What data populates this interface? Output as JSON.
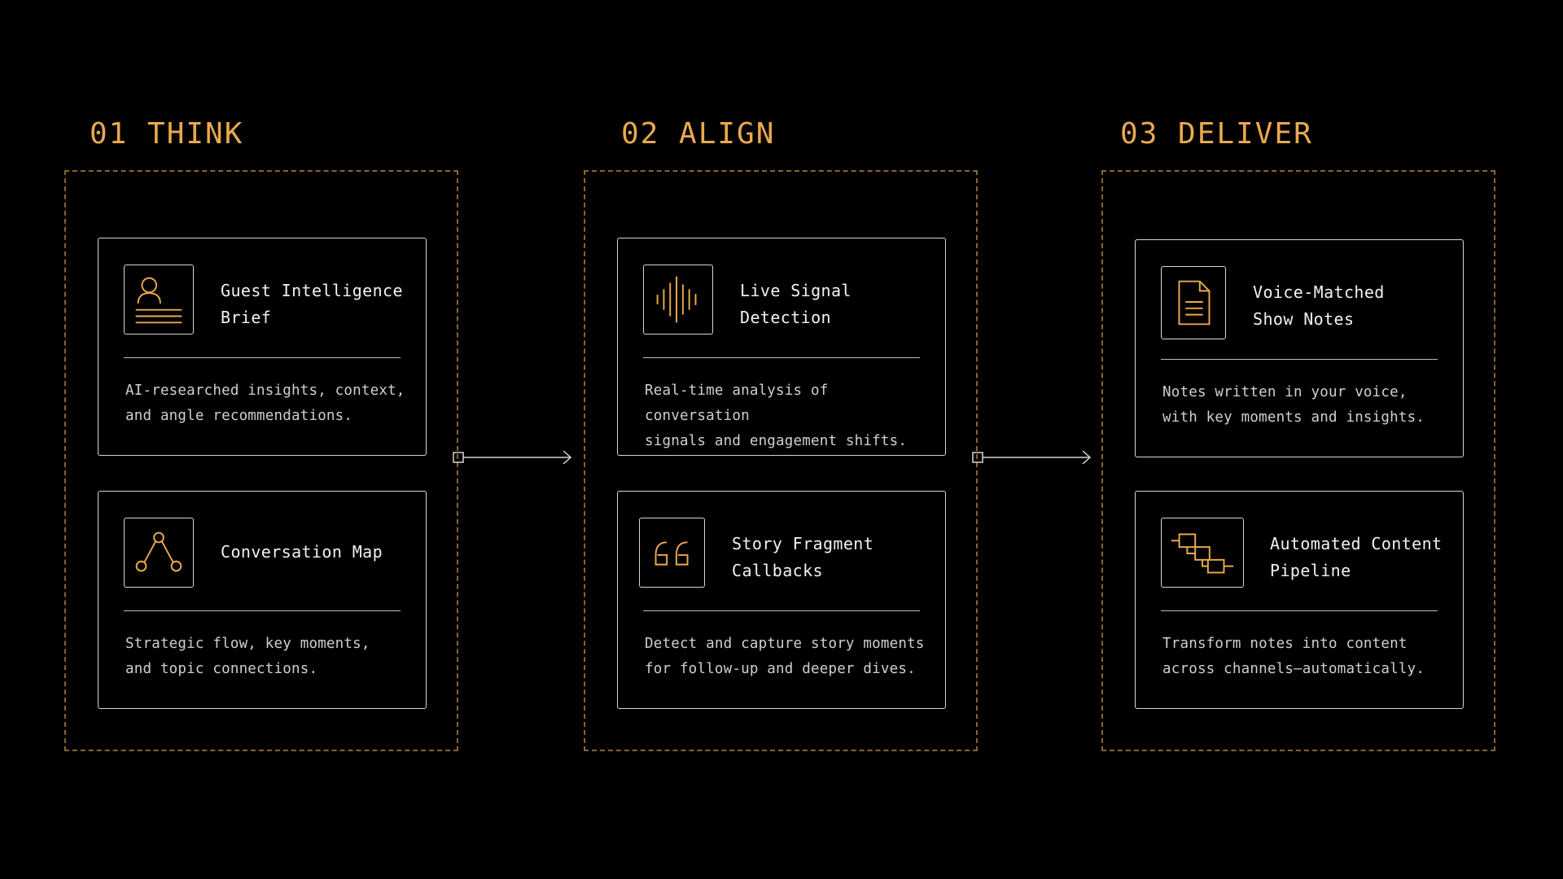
{
  "stages": [
    {
      "title": "01 THINK",
      "cards": [
        {
          "title": "Guest Intelligence\nBrief",
          "icon": "person-profile-icon",
          "description": "AI-researched insights, context,\nand angle recommendations."
        },
        {
          "title": "Conversation Map",
          "icon": "node-map-icon",
          "description": "Strategic flow, key moments,\nand topic connections."
        }
      ]
    },
    {
      "title": "02 ALIGN",
      "cards": [
        {
          "title": "Live Signal\nDetection",
          "icon": "waveform-icon",
          "description": "Real-time analysis of conversation\nsignals and engagement shifts."
        },
        {
          "title": "Story Fragment\nCallbacks",
          "icon": "quote-icon",
          "description": "Detect and capture story moments\nfor follow-up and deeper dives."
        }
      ]
    },
    {
      "title": "03 DELIVER",
      "cards": [
        {
          "title": "Voice-Matched\nShow Notes",
          "icon": "document-icon",
          "description": "Notes written in your voice,\nwith key moments and insights."
        },
        {
          "title": "Automated Content\nPipeline",
          "icon": "pipeline-icon",
          "description": "Transform notes into content\nacross channels—automatically."
        }
      ]
    }
  ],
  "colors": {
    "accent": "#e9a94e",
    "dashed_border": "#8a6430",
    "card_border": "#d6d6d6",
    "background": "#000000"
  }
}
